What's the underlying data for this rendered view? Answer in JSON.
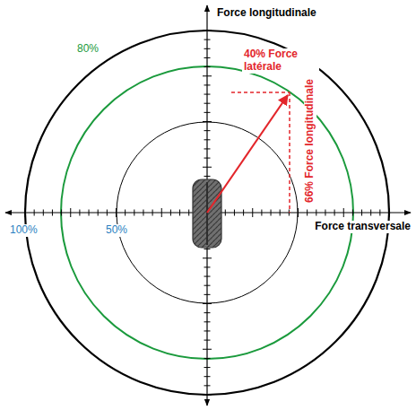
{
  "diagram": {
    "labels": [
      "Force longitudinale",
      "Force transversale",
      "100%",
      "50%",
      "80%",
      "40% Force latérale",
      "66% Force longitudinale"
    ]
  }
}
